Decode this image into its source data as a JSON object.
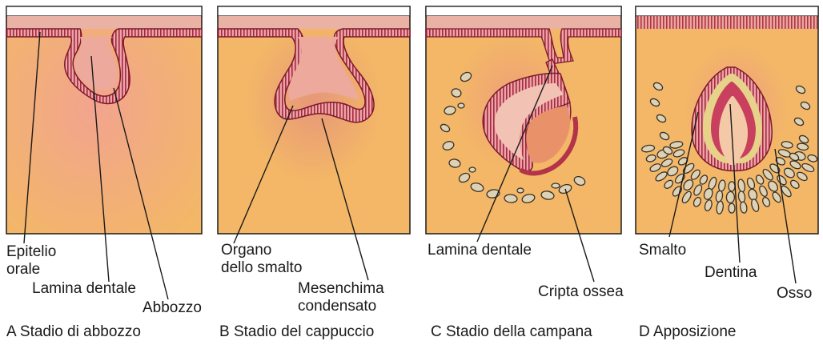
{
  "panels": [
    {
      "caption": "A Stadio di abbozzo",
      "labels": {
        "oral_epithelium": "Epitelio\norale",
        "dental_lamina": "Lamina dentale",
        "bud": "Abbozzo"
      }
    },
    {
      "caption": "B Stadio del cappuccio",
      "labels": {
        "enamel_organ": "Organo\ndello smalto",
        "condensed_mesenchyme": "Mesenchima\ncondensato"
      }
    },
    {
      "caption": "C Stadio della campana",
      "labels": {
        "dental_lamina": "Lamina dentale",
        "bone_crypt": "Cripta ossea"
      }
    },
    {
      "caption": "D Apposizione",
      "labels": {
        "enamel": "Smalto",
        "dentin": "Dentina",
        "bone": "Osso"
      }
    }
  ],
  "colors": {
    "tissue": "#f3b767",
    "tissue_glow": "#f0a78a",
    "epithelium": "#e6a3a4",
    "epithelium_dark": "#b3344a",
    "enamel": "#c9405e",
    "dentin": "#f1d0a8",
    "bone_fill": "#ddd2b5",
    "bone_edge": "#3a3228",
    "line": "#1a1a1a"
  }
}
